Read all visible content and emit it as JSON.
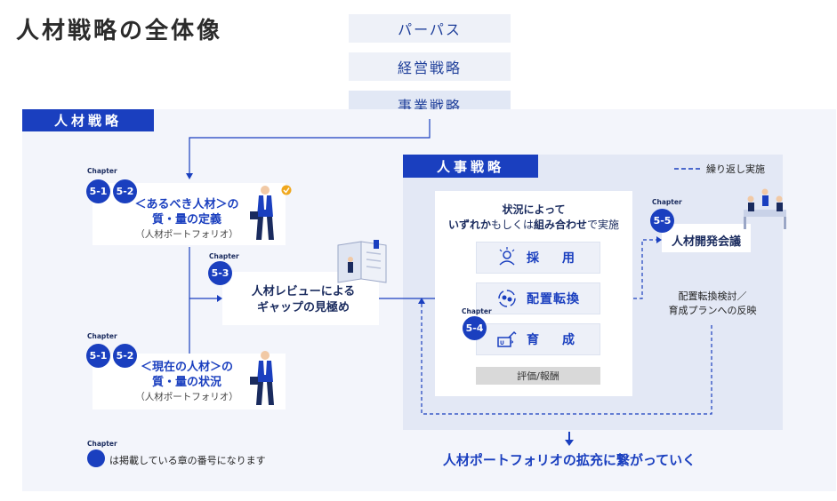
{
  "title": "人材戦略の全体像",
  "top_boxes": [
    "パーパス",
    "経営戦略",
    "事業戦略"
  ],
  "jinzai_tag": "人材戦略",
  "jinji_tag": "人事戦略",
  "repeat_legend": "繰り返し実施",
  "chapter_label": "Chapter",
  "ideal": {
    "chapters": [
      "5-1",
      "5-2"
    ],
    "line1": "＜あるべき人材＞の",
    "line2": "質・量の定義",
    "line3": "（人材ポートフォリオ）"
  },
  "current": {
    "chapters": [
      "5-1",
      "5-2"
    ],
    "line1": "＜現在の人材＞の",
    "line2": "質・量の状況",
    "line3": "（人材ポートフォリオ）"
  },
  "review": {
    "chapter": "5-3",
    "line1": "人材レビューによる",
    "line2": "ギャップの見極め"
  },
  "situation": {
    "line1": "状況によって",
    "line2_bold1": "いずれか",
    "line2_normal1": "もしくは",
    "line2_bold2": "組み合わせ",
    "line2_normal2": "で実施"
  },
  "services": [
    "採　用",
    "配置転換",
    "育　成"
  ],
  "service_icons": [
    "hiring-icon",
    "reassignment-icon",
    "training-icon"
  ],
  "training_chapter": "5-4",
  "evaluation": "評価/報酬",
  "meeting": {
    "chapter": "5-5",
    "label": "人材開発会議"
  },
  "reflection": {
    "line1": "配置転換検討／",
    "line2": "育成プランへの反映"
  },
  "portfolio_expansion": "人材ポートフォリオの拡充に繋がっていく",
  "legend_text": "は掲載している章の番号になります",
  "colors": {
    "accent": "#1a3fbf",
    "outer_bg": "#f3f5fb",
    "panel_bg": "#e3e8f5",
    "badge": "#f0a81e"
  }
}
